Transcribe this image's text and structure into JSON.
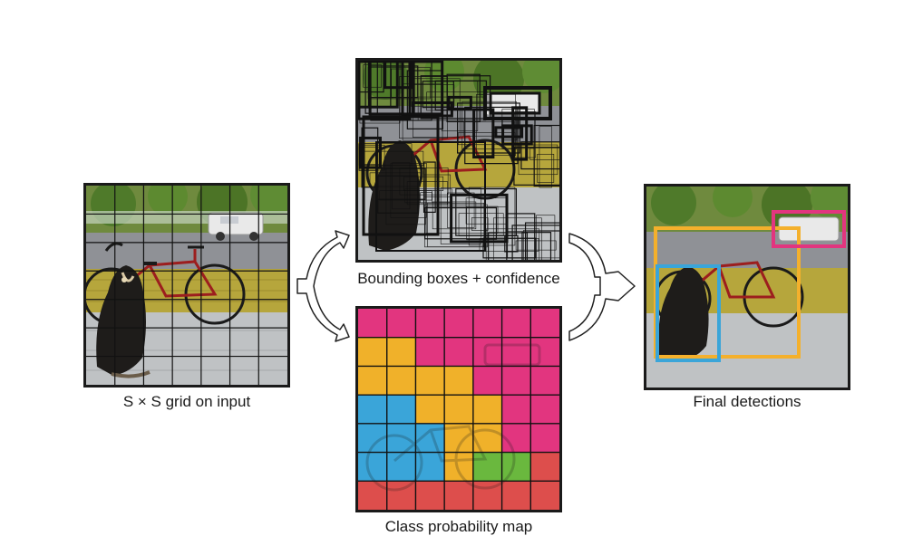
{
  "captions": {
    "input": "S × S grid on input",
    "boxes": "Bounding boxes + confidence",
    "classmap": "Class probability map",
    "final": "Final detections"
  },
  "grid_size": 7,
  "class_map": {
    "colors": {
      "P": "#e2357f",
      "Y": "#f0b12a",
      "B": "#3aa5d9",
      "G": "#6ab83e",
      "R": "#dd4e4c"
    },
    "cells": [
      [
        "P",
        "P",
        "P",
        "P",
        "P",
        "P",
        "P"
      ],
      [
        "Y",
        "Y",
        "P",
        "P",
        "P",
        "P",
        "P"
      ],
      [
        "Y",
        "Y",
        "Y",
        "Y",
        "P",
        "P",
        "P"
      ],
      [
        "B",
        "B",
        "Y",
        "Y",
        "Y",
        "P",
        "P"
      ],
      [
        "B",
        "B",
        "B",
        "Y",
        "Y",
        "P",
        "P"
      ],
      [
        "B",
        "B",
        "B",
        "Y",
        "G",
        "G",
        "R"
      ],
      [
        "R",
        "R",
        "R",
        "R",
        "R",
        "R",
        "R"
      ]
    ]
  },
  "detections": [
    {
      "class": "bicycle",
      "color": "#f4b02c"
    },
    {
      "class": "car",
      "color": "#e2357f"
    },
    {
      "class": "dog",
      "color": "#3aa5d9"
    }
  ],
  "colors": {
    "panel_border": "#1a1a1a",
    "grid_line": "#111111",
    "arrow_fill": "#ffffff",
    "arrow_stroke": "#222222"
  }
}
